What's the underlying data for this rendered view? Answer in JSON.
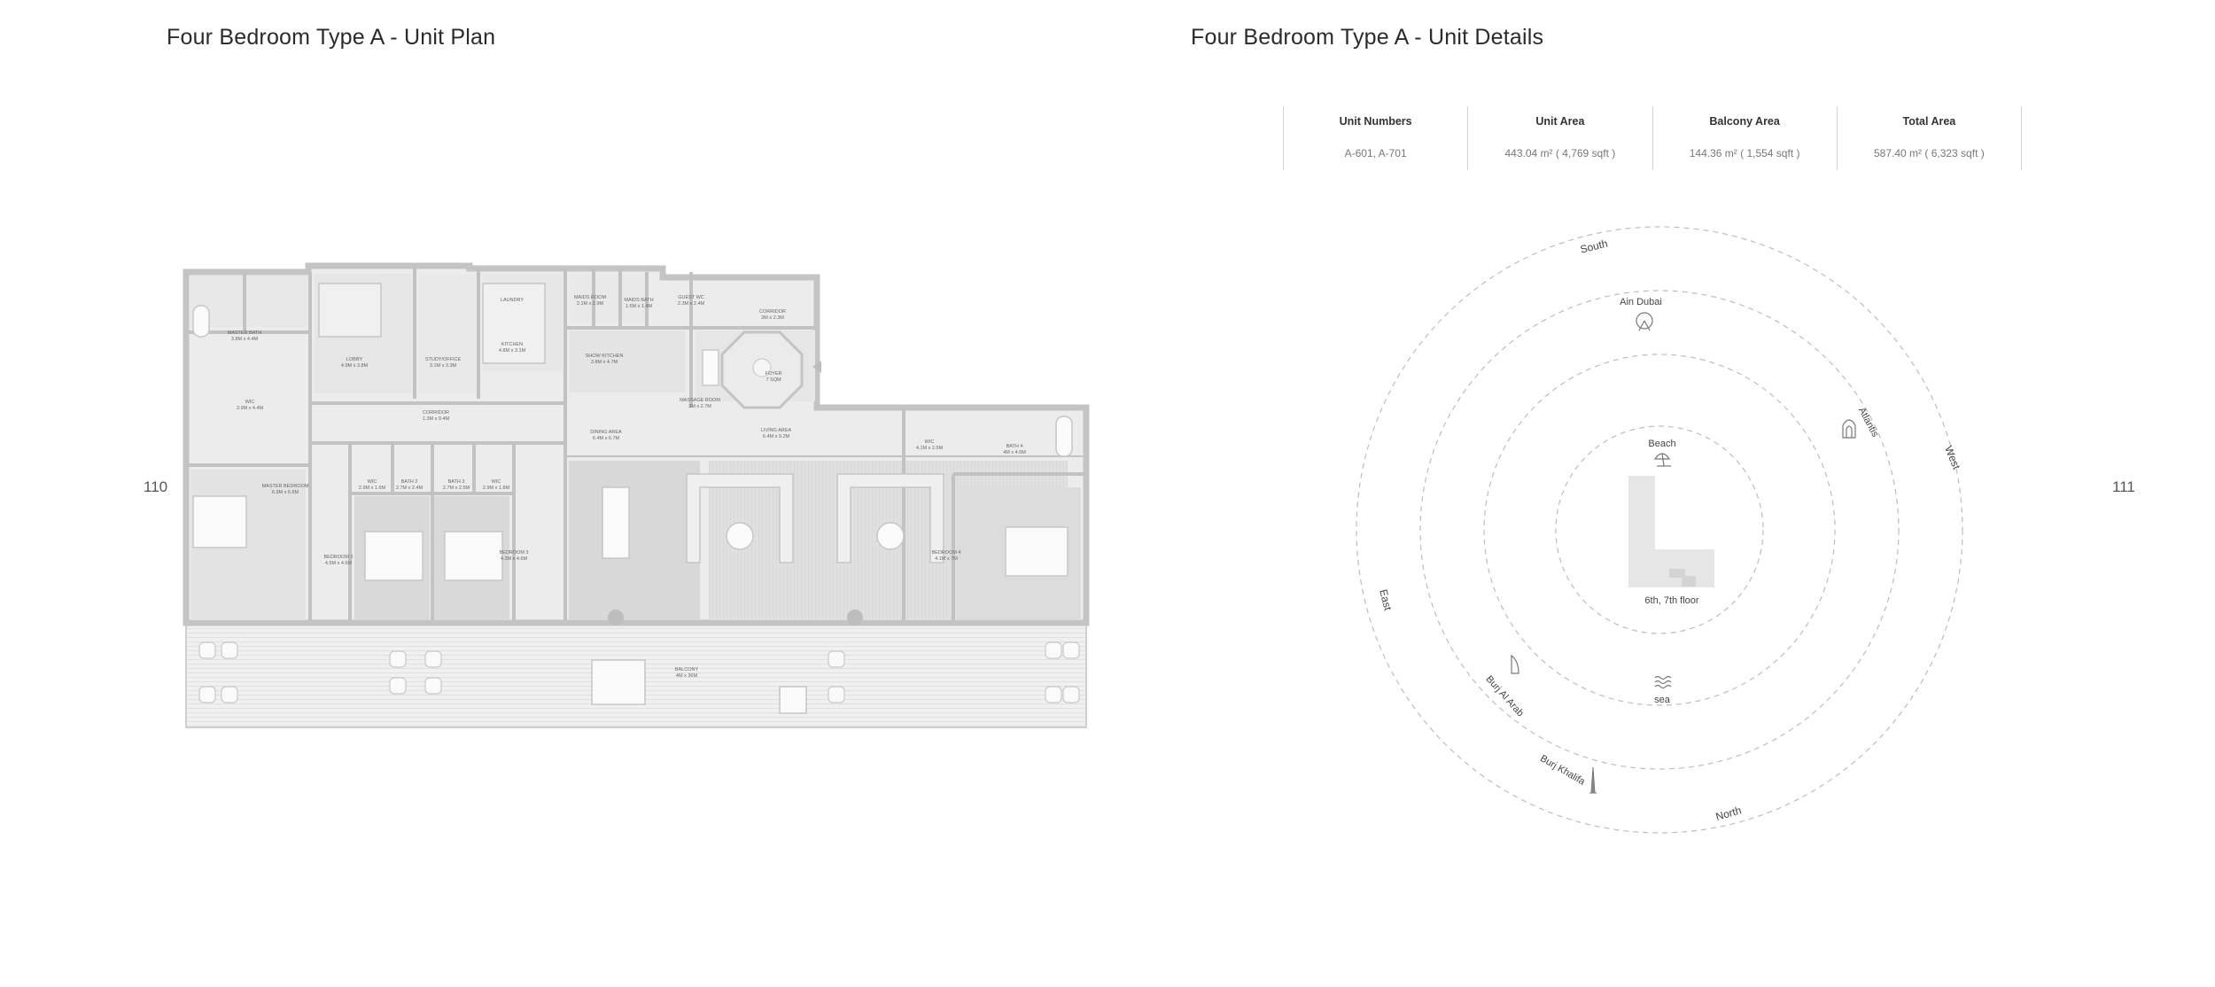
{
  "left_page": {
    "title": "Four Bedroom Type A - Unit Plan",
    "page_number": "110"
  },
  "right_page": {
    "title": "Four Bedroom Type A - Unit Details",
    "page_number": "111"
  },
  "unit_details": {
    "columns": [
      {
        "label": "Unit Numbers",
        "value": "A-601, A-701"
      },
      {
        "label": "Unit Area",
        "value": "443.04 m² ( 4,769 sqft )"
      },
      {
        "label": "Balcony Area",
        "value": "144.36 m² ( 1,554 sqft )"
      },
      {
        "label": "Total Area",
        "value": "587.40 m² ( 6,323 sqft )"
      }
    ]
  },
  "floor_plan": {
    "rooms": [
      {
        "id": "master-bath",
        "name": "MASTER BATH",
        "dims": "3.8M x 4.4M"
      },
      {
        "id": "lobby",
        "name": "LOBBY",
        "dims": "4.9M x 3.8M"
      },
      {
        "id": "study",
        "name": "STUDY/OFFICE",
        "dims": "3.1M x 3.3M"
      },
      {
        "id": "laundry",
        "name": "LAUNDRY",
        "dims": ""
      },
      {
        "id": "kitchen",
        "name": "KITCHEN",
        "dims": "4.8M x 3.1M"
      },
      {
        "id": "maids-room",
        "name": "MAIDS ROOM",
        "dims": "2.1M x 2.9M"
      },
      {
        "id": "maids-bath",
        "name": "MAIDS BATH",
        "dims": "1.6M x 1.4M"
      },
      {
        "id": "guest-wc",
        "name": "GUEST WC",
        "dims": "2.3M x 2.4M"
      },
      {
        "id": "corridor-top",
        "name": "CORRIDOR",
        "dims": "3M x 2.3M"
      },
      {
        "id": "show-kitchen",
        "name": "SHOW KITCHEN",
        "dims": "3.8M x 4.7M"
      },
      {
        "id": "massage-room",
        "name": "MASSAGE ROOM",
        "dims": "3M x 2.7M"
      },
      {
        "id": "foyer",
        "name": "FOYER",
        "dims": "7 SQM"
      },
      {
        "id": "wic-master",
        "name": "WIC",
        "dims": "3.9M x 4.4M"
      },
      {
        "id": "corridor-main",
        "name": "CORRIDOR",
        "dims": "1.3M x 9.4M"
      },
      {
        "id": "dining",
        "name": "DINING AREA",
        "dims": "6.4M x 6.7M"
      },
      {
        "id": "living",
        "name": "LIVING AREA",
        "dims": "6.4M x 9.2M"
      },
      {
        "id": "wic-4",
        "name": "WIC",
        "dims": "4.1M x 2.5M"
      },
      {
        "id": "bath-4",
        "name": "BATH 4",
        "dims": "4M x 4.6M"
      },
      {
        "id": "master-bedroom",
        "name": "MASTER BEDROOM",
        "dims": "6.9M x 6.6M"
      },
      {
        "id": "wic-2",
        "name": "WIC",
        "dims": "2.9M x 1.6M"
      },
      {
        "id": "bath-2",
        "name": "BATH 2",
        "dims": "2.7M x 2.4M"
      },
      {
        "id": "bath-3",
        "name": "BATH 3",
        "dims": "2.7M x 2.5M"
      },
      {
        "id": "wic-3",
        "name": "WIC",
        "dims": "2.9M x 1.8M"
      },
      {
        "id": "bedroom-2",
        "name": "BEDROOM 2",
        "dims": "4.5M x 4.6M"
      },
      {
        "id": "bedroom-3",
        "name": "BEDROOM 3",
        "dims": "4.3M x 4.6M"
      },
      {
        "id": "bedroom-4",
        "name": "BEDROOM 4",
        "dims": "4.1M x 7M"
      },
      {
        "id": "balcony",
        "name": "BALCONY",
        "dims": "4M x 36M"
      }
    ]
  },
  "orientation": {
    "directions": {
      "south": "South",
      "west": "West",
      "north": "North",
      "east": "East"
    },
    "landmarks": {
      "ain_dubai": "Ain Dubai",
      "atlantis": "Atlantis",
      "beach": "Beach",
      "sea": "sea",
      "burj_al_arab": "Burj Al Arab",
      "burj_khalifa": "Burj Khalifa"
    },
    "building_caption": "6th, 7th floor"
  }
}
